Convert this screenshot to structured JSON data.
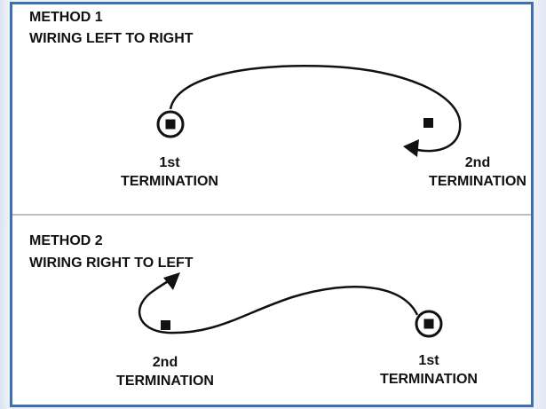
{
  "method1": {
    "title": "METHOD 1",
    "subtitle": "WIRING LEFT TO RIGHT",
    "first_line1": "1st",
    "first_line2": "TERMINATION",
    "second_line1": "2nd",
    "second_line2": "TERMINATION"
  },
  "method2": {
    "title": "METHOD 2",
    "subtitle": "WIRING RIGHT TO LEFT",
    "second_line1": "2nd",
    "second_line2": "TERMINATION",
    "first_line1": "1st",
    "first_line2": "TERMINATION"
  },
  "colors": {
    "border": "#3d6fb3",
    "ink": "#111111",
    "divider": "#bdbdbd"
  }
}
